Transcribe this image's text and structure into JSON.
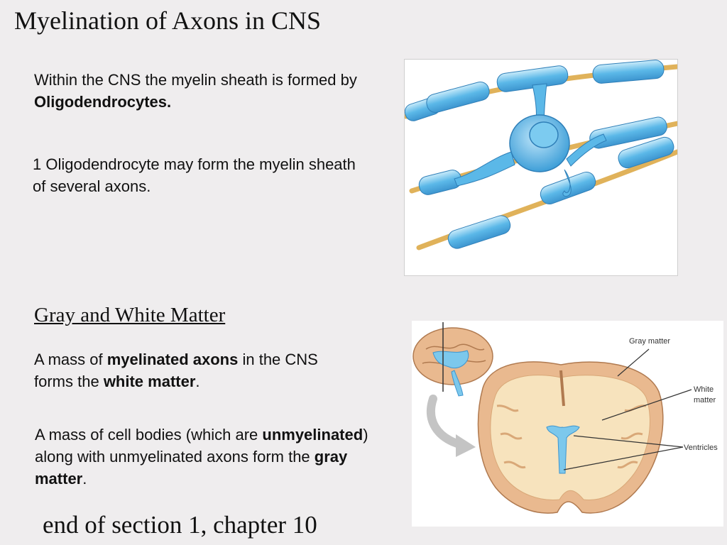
{
  "slide": {
    "title": "Myelination of Axons in CNS",
    "p1": {
      "text": "Within the CNS the myelin sheath is formed by ",
      "bold": "Oligodendrocytes."
    },
    "p2": {
      "text": "1 Oligodendrocyte may form the myelin sheath of several axons."
    },
    "subheading": "Gray and White Matter",
    "p3": {
      "t1": "A mass of ",
      "b1": "myelinated axons",
      "t2": " in the CNS forms the ",
      "b2": "white matter",
      "t3": "."
    },
    "p4": {
      "t1": "A mass of cell bodies (which are ",
      "b1": "unmyelinated",
      "t2": ") along with unmyelinated axons form the ",
      "b2": "gray matter",
      "t3": "."
    },
    "footer": "end of section 1, chapter 10"
  },
  "diagram": {
    "labels": {
      "gray": "Gray matter",
      "white_line1": "White",
      "white_line2": "matter",
      "ventricles": "Ventricles"
    },
    "colors": {
      "myelin": "#5bb8e8",
      "axon": "#e0b25a",
      "gray_matter": "#e9b98f",
      "white_matter": "#f7e3bd",
      "ventricle": "#7cc8ec"
    }
  }
}
